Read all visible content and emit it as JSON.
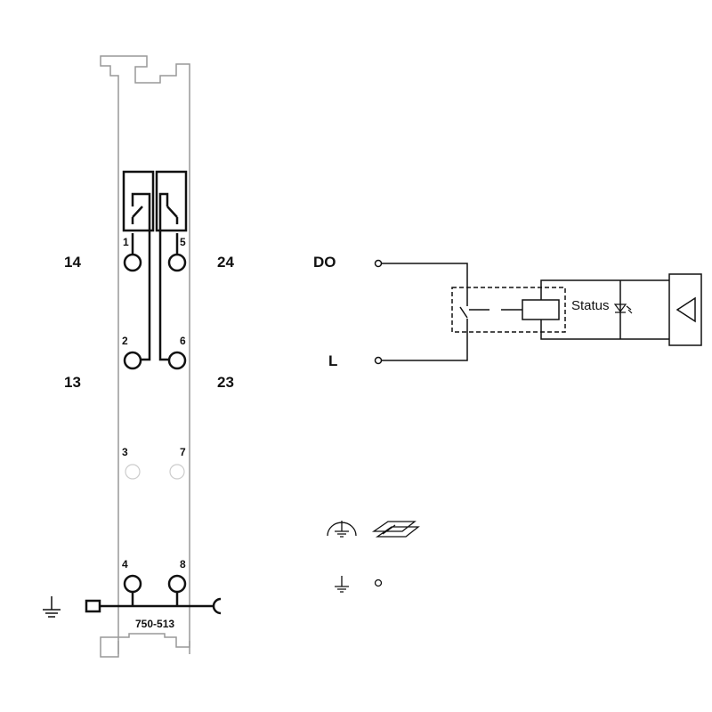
{
  "module": {
    "part_number": "750-513",
    "terminals": [
      "1",
      "5",
      "2",
      "6",
      "3",
      "7",
      "4",
      "8"
    ]
  },
  "labels": {
    "c14": "14",
    "c24": "24",
    "c13": "13",
    "c23": "23"
  },
  "schematic": {
    "do_label": "DO",
    "l_label": "L",
    "status_label": "Status"
  },
  "legend": {
    "ground_rail": "ground-chassis-icon",
    "din_rail": "din-rail-icon",
    "ground": "ground-icon",
    "terminal": "terminal-circle-icon"
  }
}
